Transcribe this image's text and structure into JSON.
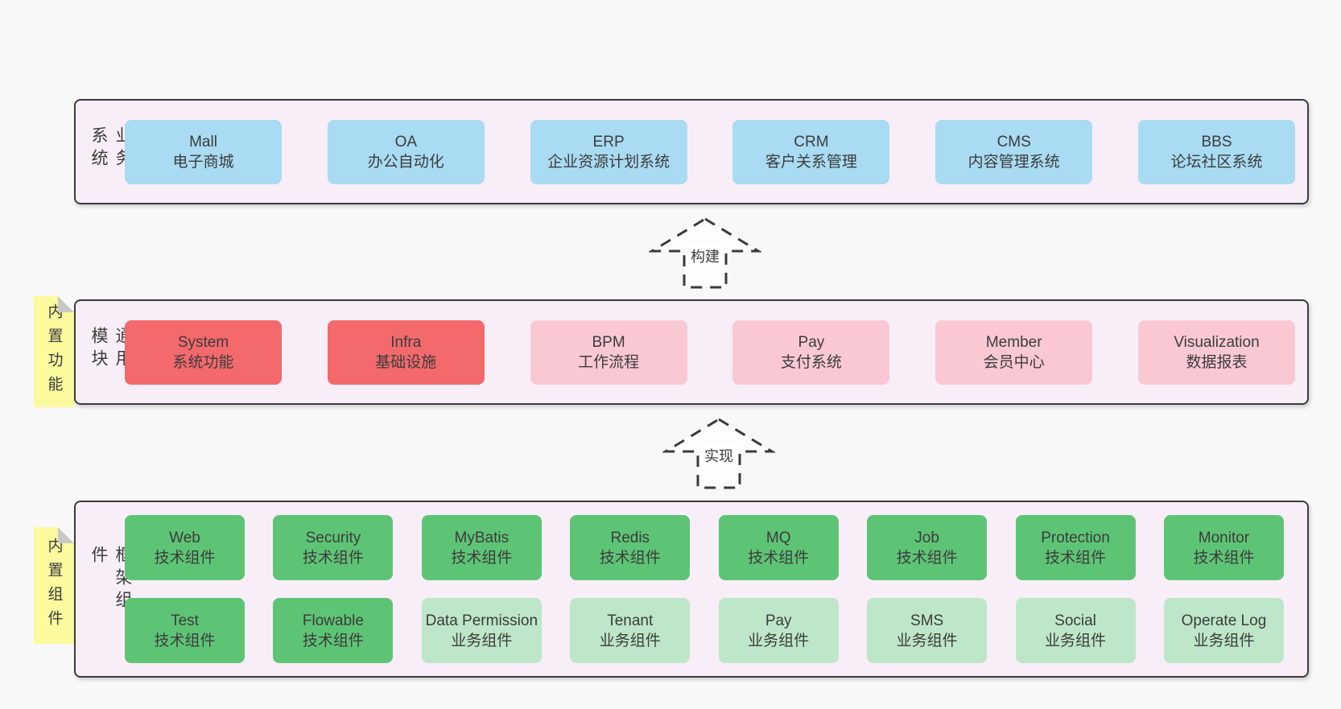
{
  "palette": {
    "page_bg": "#f8f8f8",
    "band_bg": "#f8eef7",
    "band_border": "#3b3b3b",
    "text": "#3c3c3c",
    "blue": "#a9dbf3",
    "red": "#f3696c",
    "pink": "#f9c8d3",
    "green": "#5ec475",
    "green_light": "#bde7c8",
    "sticky_yellow": "#fbfa9e",
    "sticky_fold": "#c9c9c9",
    "arrow_fill": "#fdfdfd"
  },
  "arrows": [
    {
      "label": "构建"
    },
    {
      "label": "实现"
    }
  ],
  "bands": [
    {
      "label": "业务系统",
      "rows": [
        [
          {
            "name": "Mall",
            "desc": "电子商城",
            "color": "blue"
          },
          {
            "name": "OA",
            "desc": "办公自动化",
            "color": "blue"
          },
          {
            "name": "ERP",
            "desc": "企业资源计划系统",
            "color": "blue"
          },
          {
            "name": "CRM",
            "desc": "客户关系管理",
            "color": "blue"
          },
          {
            "name": "CMS",
            "desc": "内容管理系统",
            "color": "blue"
          },
          {
            "name": "BBS",
            "desc": "论坛社区系统",
            "color": "blue"
          }
        ]
      ]
    },
    {
      "label": "通用模块",
      "sticky": "内置功能",
      "rows": [
        [
          {
            "name": "System",
            "desc": "系统功能",
            "color": "red"
          },
          {
            "name": "Infra",
            "desc": "基础设施",
            "color": "red"
          },
          {
            "name": "BPM",
            "desc": "工作流程",
            "color": "pink"
          },
          {
            "name": "Pay",
            "desc": "支付系统",
            "color": "pink"
          },
          {
            "name": "Member",
            "desc": "会员中心",
            "color": "pink"
          },
          {
            "name": "Visualization",
            "desc": "数据报表",
            "color": "pink"
          }
        ]
      ]
    },
    {
      "label": "框架组件",
      "sticky": "内置组件",
      "rows": [
        [
          {
            "name": "Web",
            "desc": "技术组件",
            "color": "green"
          },
          {
            "name": "Security",
            "desc": "技术组件",
            "color": "green"
          },
          {
            "name": "MyBatis",
            "desc": "技术组件",
            "color": "green"
          },
          {
            "name": "Redis",
            "desc": "技术组件",
            "color": "green"
          },
          {
            "name": "MQ",
            "desc": "技术组件",
            "color": "green"
          },
          {
            "name": "Job",
            "desc": "技术组件",
            "color": "green"
          },
          {
            "name": "Protection",
            "desc": "技术组件",
            "color": "green"
          },
          {
            "name": "Monitor",
            "desc": "技术组件",
            "color": "green"
          }
        ],
        [
          {
            "name": "Test",
            "desc": "技术组件",
            "color": "green"
          },
          {
            "name": "Flowable",
            "desc": "技术组件",
            "color": "green"
          },
          {
            "name": "Data Permission",
            "desc": "业务组件",
            "color": "green_light"
          },
          {
            "name": "Tenant",
            "desc": "业务组件",
            "color": "green_light"
          },
          {
            "name": "Pay",
            "desc": "业务组件",
            "color": "green_light"
          },
          {
            "name": "SMS",
            "desc": "业务组件",
            "color": "green_light"
          },
          {
            "name": "Social",
            "desc": "业务组件",
            "color": "green_light"
          },
          {
            "name": "Operate Log",
            "desc": "业务组件",
            "color": "green_light"
          }
        ]
      ]
    }
  ]
}
